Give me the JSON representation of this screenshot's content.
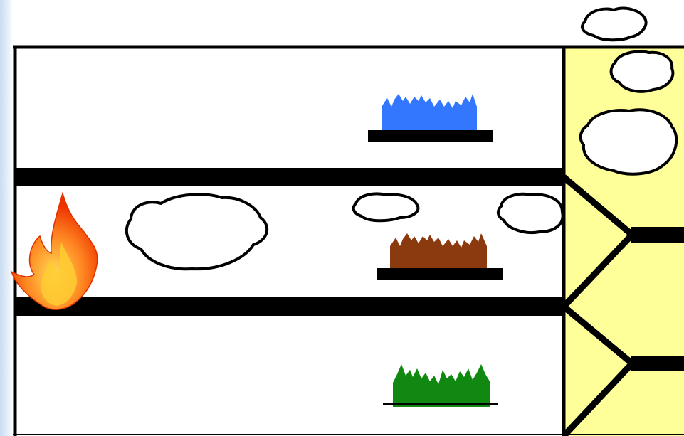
{
  "diagram": {
    "kind": "building-floors-smoke-fire",
    "colors": {
      "background": "#ffffff",
      "shaft": "#ffff99",
      "edge_gradient": "#c9dcf3",
      "outline": "#000000",
      "smoke_fill": "#ffffff",
      "flame_outer": "#ff6600",
      "flame_inner": "#ffcc33",
      "people_top": "#3377ff",
      "people_middle": "#8b3a0f",
      "people_bottom": "#118811"
    },
    "floors": [
      {
        "id": "top",
        "people_color_key": "people_top",
        "has_fire": false,
        "smoke_clouds": 0
      },
      {
        "id": "middle",
        "people_color_key": "people_middle",
        "has_fire": true,
        "smoke_clouds": 3
      },
      {
        "id": "bottom",
        "people_color_key": "people_bottom",
        "has_fire": false,
        "smoke_clouds": 0
      }
    ],
    "shaft_smoke_clouds": 3,
    "icons": [
      "fire-icon",
      "smoke-cloud-icon",
      "people-group-icon"
    ]
  }
}
